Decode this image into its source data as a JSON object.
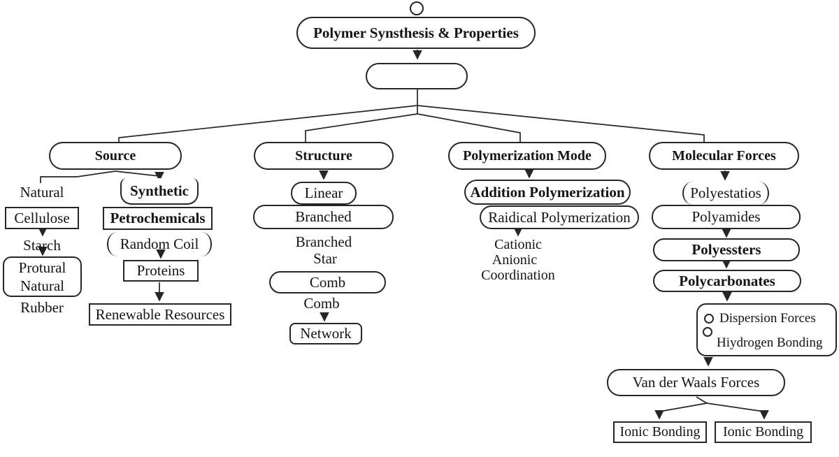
{
  "title": "Polymer Synsthesis & Properties",
  "branches": {
    "source": {
      "label": "Source",
      "natural": {
        "label": "Natural",
        "cellulose": "Cellulose",
        "starch": "Starch",
        "rubber_box_line1": "Protural",
        "rubber_box_line2": "Natural",
        "rubber": "Rubber"
      },
      "synthetic": {
        "label": "Synthetic",
        "petrochemicals": "Petrochemicals",
        "random_coil": "Random Coil",
        "proteins": "Proteins",
        "renewable_resources": "Renewable Resources"
      }
    },
    "structure": {
      "label": "Structure",
      "linear": "Linear",
      "branched_box": "Branched",
      "branched_text": "Branched",
      "star": "Star",
      "comb_box": "Comb",
      "comb_text": "Comb",
      "network": "Network"
    },
    "polymerization_mode": {
      "label": "Polymerization Mode",
      "addition": "Addition Polymerization",
      "radical": "Raidical Polymerization",
      "cationic": "Cationic",
      "anionic": "Anionic",
      "coordination": "Coordination"
    },
    "molecular_forces": {
      "label": "Molecular Forces",
      "polyestatios": "Polyestatios",
      "polyamides": "Polyamides",
      "polyessters": "Polyessters",
      "polycarbonates": "Polycarbonates",
      "dispersion_forces": "Dispersion Forces",
      "hydrogen_bonding": "Hiydrogen Bonding",
      "van_der_waals": "Van der Waals Forces",
      "ionic_bonding_left": "Ionic Bonding",
      "ionic_bonding_right": "Ionic Bonding"
    }
  },
  "style": {
    "line_color": "#262626",
    "background": "#ffffff"
  }
}
